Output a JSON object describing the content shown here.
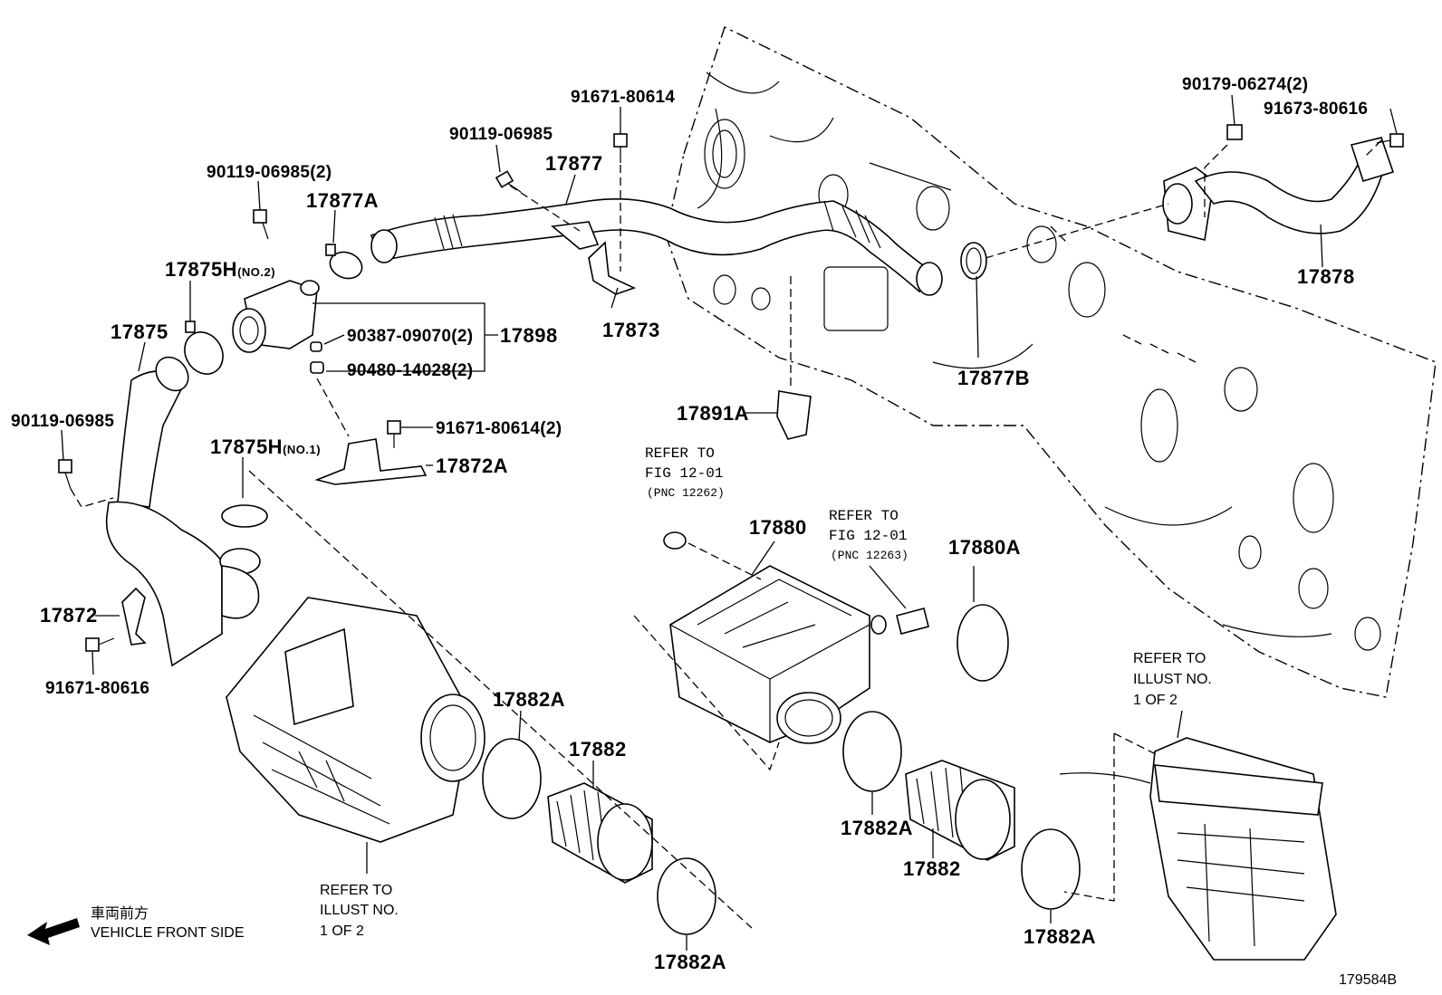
{
  "parts": {
    "p17875": "17875",
    "p17875h2": "17875H",
    "p17875h2_sfx": "(NO.2)",
    "p17875h1": "17875H",
    "p17875h1_sfx": "(NO.1)",
    "p90119_a": "90119-06985(2)",
    "p90119_b": "90119-06985",
    "p90119_c": "90119-06985",
    "p17877a": "17877A",
    "p17877": "17877",
    "p91671_a": "91671-80614",
    "p17898": "17898",
    "p90387": "90387-09070(2)",
    "p90480": "90480-14028(2)",
    "p91671_b": "91671-80614(2)",
    "p17872a": "17872A",
    "p17873": "17873",
    "p17891a": "17891A",
    "p17877b": "17877B",
    "p90179": "90179-06274(2)",
    "p91673": "91673-80616",
    "p17878": "17878",
    "p17872": "17872",
    "p91671_c": "91671-80616",
    "p17880": "17880",
    "p17880a": "17880A",
    "p17882a_1": "17882A",
    "p17882_1": "17882",
    "p17882a_2": "17882A",
    "p17882a_3": "17882A",
    "p17882_2": "17882",
    "p17882a_4": "17882A"
  },
  "notes": {
    "fig1_l1": "REFER TO",
    "fig1_l2": "FIG 12-01",
    "fig1_l3": "(PNC 12262)",
    "fig2_l1": "REFER TO",
    "fig2_l2": "FIG 12-01",
    "fig2_l3": "(PNC 12263)",
    "ill1_l1": "REFER TO",
    "ill1_l2": "ILLUST NO.",
    "ill1_l3": "1 OF 2",
    "ill2_l1": "REFER TO",
    "ill2_l2": "ILLUST NO.",
    "ill2_l3": "1 OF 2"
  },
  "legend": {
    "jp": "車両前方",
    "en": "VEHICLE FRONT SIDE"
  },
  "figure_id": "179584B"
}
